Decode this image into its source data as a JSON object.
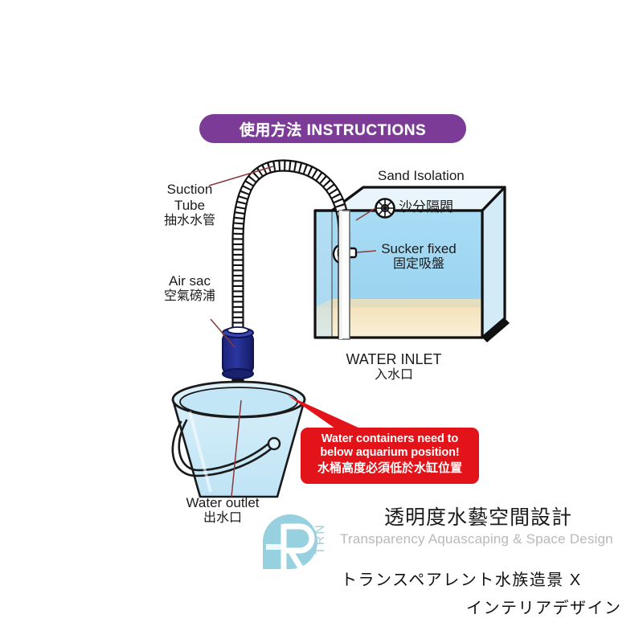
{
  "header": {
    "title": "使用方法 INSTRUCTIONS",
    "banner_color": "#7B3B97",
    "text_color": "#FFFFFF"
  },
  "labels": {
    "suction_tube": {
      "en_line1": "Suction",
      "en_line2": "Tube",
      "zh": "抽水水管"
    },
    "air_sac": {
      "en": "Air sac",
      "zh": "空氣磅浦"
    },
    "water_outlet": {
      "en": "Water outlet",
      "zh": "出水口"
    },
    "water_inlet": {
      "en": "WATER INLET",
      "zh": "入水口"
    },
    "sand_isolation": {
      "en": "Sand Isolation",
      "zh": "沙分隔閥"
    },
    "sucker_fixed": {
      "en": "Sucker fixed",
      "zh": "固定吸盤"
    }
  },
  "callout": {
    "en_line1": "Water containers need to",
    "en_line2": "below aquarium position!",
    "zh": "水桶高度必須低於水缸位置",
    "bg_color": "#E3131A",
    "text_color": "#FFFFFF"
  },
  "branding": {
    "logo_mark": "R",
    "logo_side_text": "TRN",
    "company_zh": "透明度水藝空間設計",
    "company_en": "Transparency Aquascaping & Space Design",
    "company_jp_line1": "トランスペアレント水族造景 X",
    "company_jp_line2": "インテリアデザイン",
    "logo_color": "#8FCDDC",
    "en_color": "#B9B9B9"
  },
  "diagram": {
    "type": "aquarium-water-change-instruction",
    "colors": {
      "water": "#9FD6F2",
      "sand": "#F5E7C6",
      "tank_outline": "#111111",
      "bucket_fill": "#CDE9F7",
      "bucket_outline": "#1a1a1a",
      "air_sac": "#24308C",
      "hose_outline": "#111111",
      "leader_line": "#8B3A3A",
      "background": "#FFFFFF"
    },
    "parts": [
      {
        "name": "suction-tube",
        "description": "corrugated flexible hose arching from bucket up over into tank"
      },
      {
        "name": "air-sac",
        "description": "dark blue cylindrical hand pump bulb on the hose"
      },
      {
        "name": "sand-isolation-valve",
        "description": "circular strainer wheel icon"
      },
      {
        "name": "sucker",
        "description": "suction cup holding hose to tank wall"
      },
      {
        "name": "aquarium-tank",
        "description": "3D perspective glass tank with water and sand substrate"
      },
      {
        "name": "bucket",
        "description": "light blue bucket with wire handle placed below the tank"
      }
    ]
  }
}
